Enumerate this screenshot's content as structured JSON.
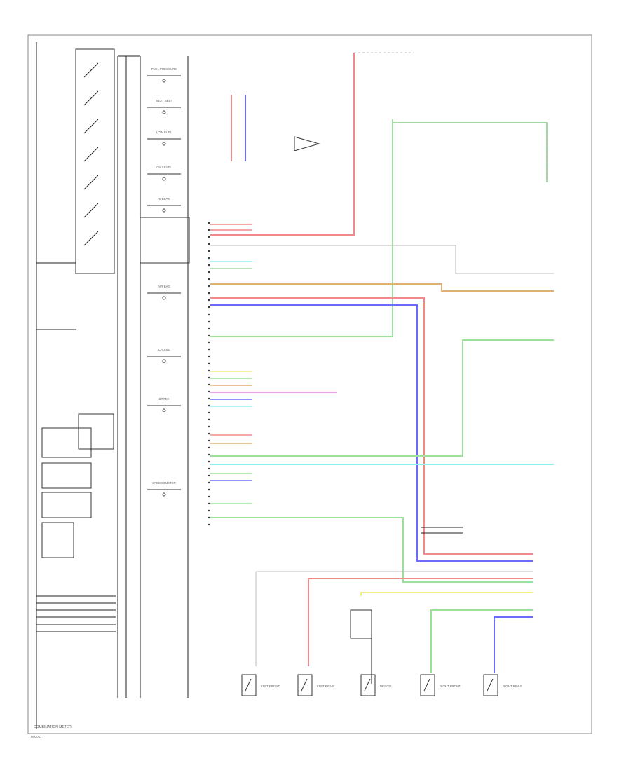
{
  "footer": {
    "caption": "COMBINATION METER",
    "code": "MJ3011"
  },
  "colors": {
    "red": "#f08a8a",
    "blue": "#6b6bff",
    "green": "#9be09b",
    "yellow": "#f0f080",
    "cyan": "#8ff0f0",
    "orange": "#e0b070",
    "magenta": "#e080e0",
    "frame": "#555555"
  },
  "gauges": [
    {
      "id": "fuel-pressure",
      "label": "FUEL PRESSURE"
    },
    {
      "id": "seat-belt",
      "label": "SEAT BELT"
    },
    {
      "id": "low-fuel",
      "label": "LOW FUEL"
    },
    {
      "id": "oil-level",
      "label": "OIL LEVEL"
    },
    {
      "id": "hi-beam",
      "label": "HI BEAM"
    },
    {
      "id": "air-bag",
      "label": "AIR BAG"
    },
    {
      "id": "cruise",
      "label": "CRUISE"
    },
    {
      "id": "brake",
      "label": "BRAKE"
    },
    {
      "id": "speedometer",
      "label": "SPEEDOMETER"
    }
  ],
  "bottom_sensors": [
    {
      "id": "left-front-sensor",
      "label": "LEFT FRONT"
    },
    {
      "id": "left-rear-sensor",
      "label": "LEFT REAR"
    },
    {
      "id": "driver-sensor",
      "label": "DRIVER"
    },
    {
      "id": "right-front-sensor",
      "label": "RIGHT FRONT"
    },
    {
      "id": "right-rear-sensor",
      "label": "RIGHT REAR"
    }
  ]
}
